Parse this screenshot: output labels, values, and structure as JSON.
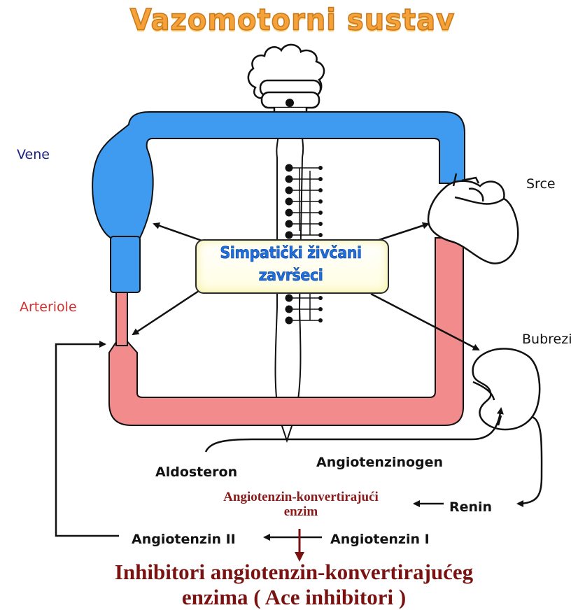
{
  "title": "Vazomotorni sustav",
  "labels": {
    "vene": "Vene",
    "arteriole": "Arteriole",
    "srce": "Srce",
    "bubrezi": "Bubrezi",
    "sympathetic_line1": "Simpatički živčani",
    "sympathetic_line2": "završeci",
    "aldosteron": "Aldosteron",
    "angiotenzinogen": "Angiotenzinogen",
    "renin": "Renin",
    "ace_enzyme_line1": "Angiotenzin-konvertirajući",
    "ace_enzyme_line2": "enzim",
    "angiotenzin_ii": "Angiotenzin II",
    "angiotenzin_i": "Angiotenzin I",
    "inhibitors_line1": "Inhibitori angiotenzin-konvertirajućeg",
    "inhibitors_line2": "enzima ( Ace inhibitori )"
  },
  "colors": {
    "title": "#f6a23a",
    "veins": "#3f9bef",
    "arteries": "#f28c8c",
    "vene_label": "#1a237e",
    "arteriole_label": "#d32f2f",
    "sympathetic_text": "#1e6fe0",
    "enzyme_text": "#8b1a1a",
    "inhibitor_text": "#7a1212",
    "inhibitor_arrow": "#7a1212"
  }
}
